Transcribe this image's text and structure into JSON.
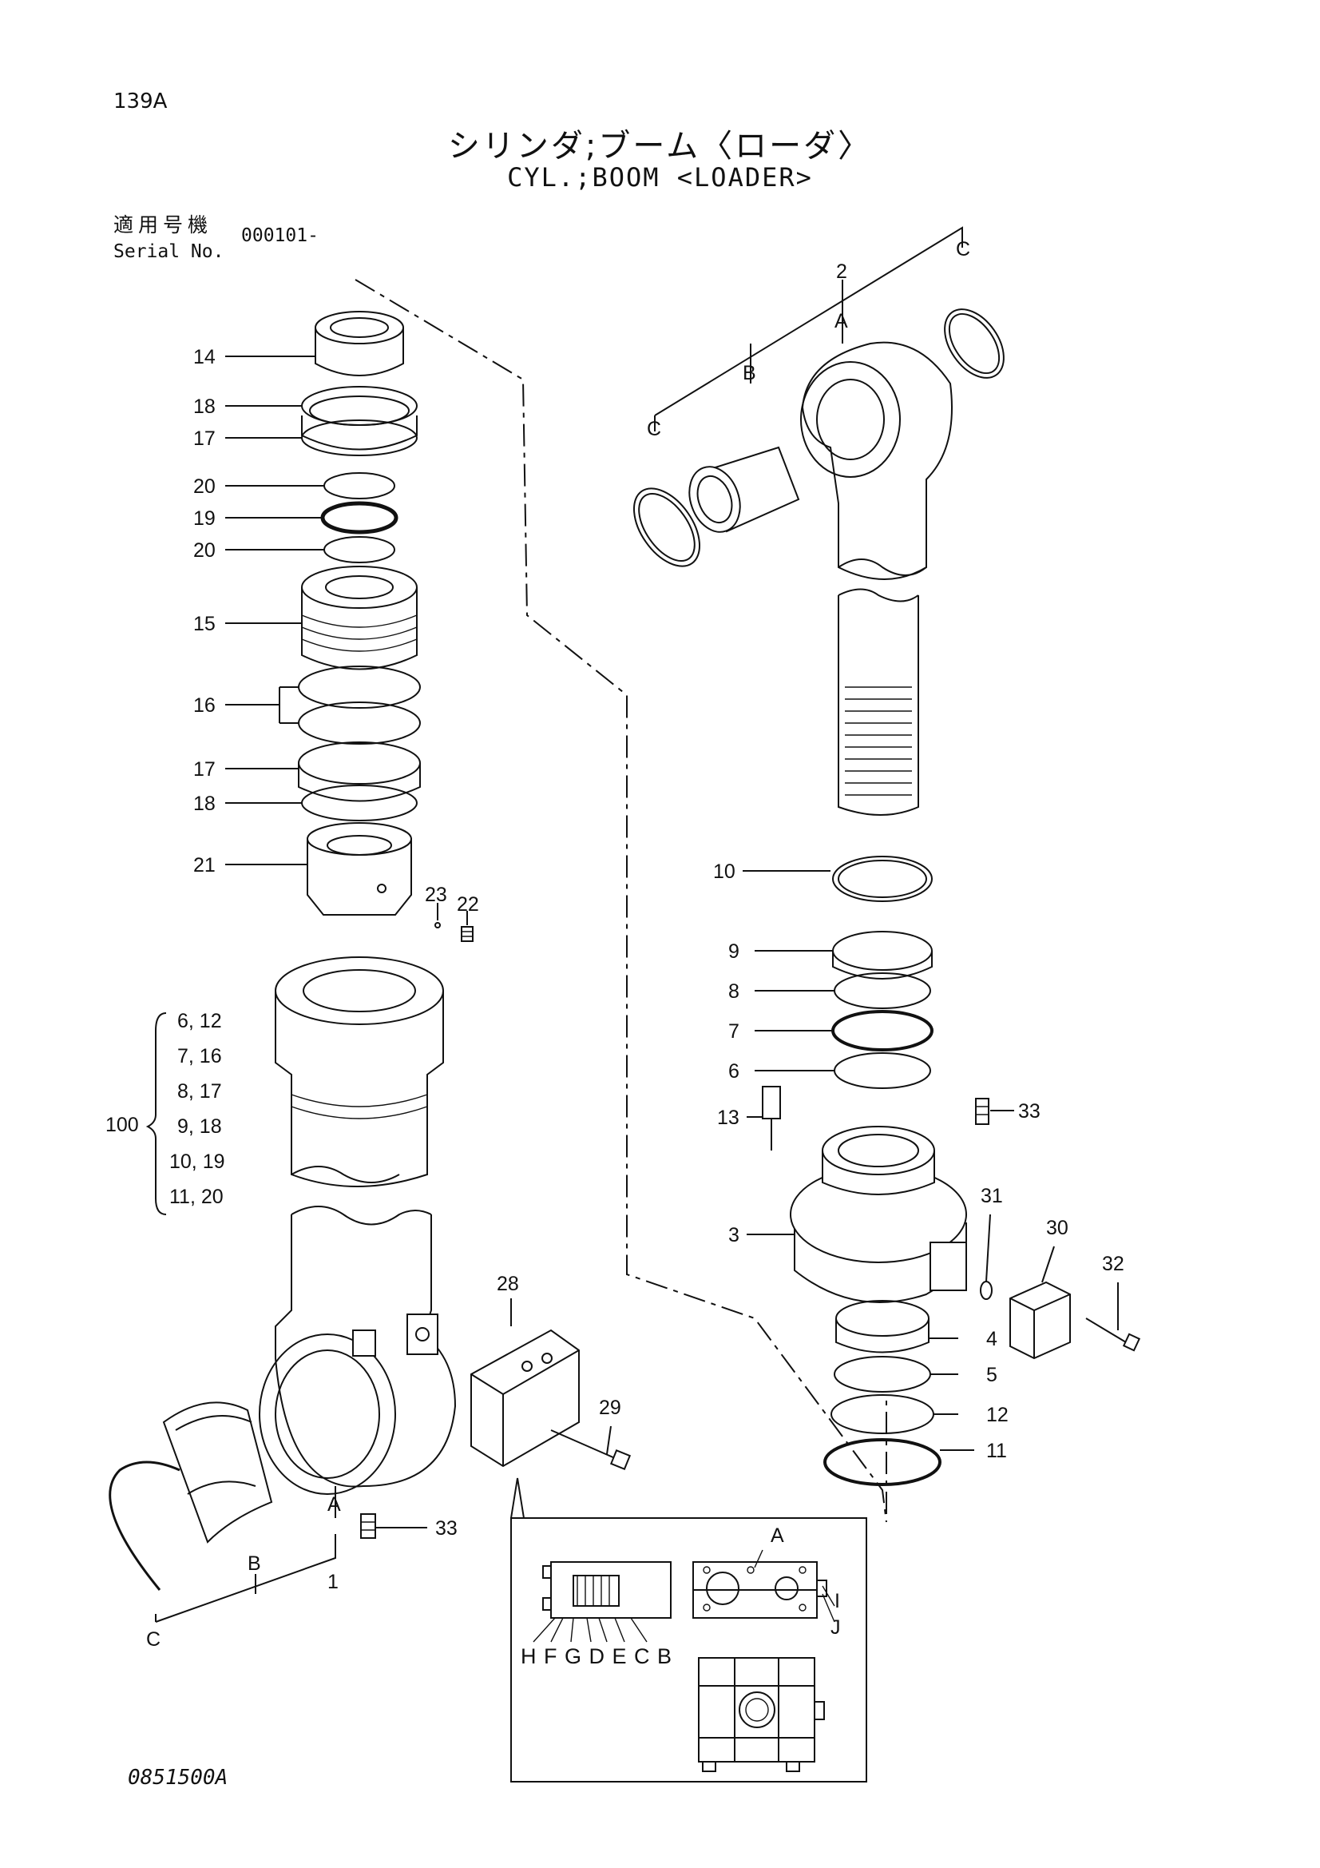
{
  "header": {
    "page_code": "139A",
    "title_jp": "シリンダ;ブーム〈ローダ〉",
    "title_en": "CYL.;BOOM <LOADER>",
    "serial_label_jp": "適用号機",
    "serial_label_en": "Serial No.",
    "serial_value": "000101-"
  },
  "footer": {
    "drawing_code": "0851500A"
  },
  "callouts": {
    "p14": "14",
    "p18a": "18",
    "p17a": "17",
    "p20a": "20",
    "p19": "19",
    "p20b": "20",
    "p15": "15",
    "p16": "16",
    "p17b": "17",
    "p18b": "18",
    "p21": "21",
    "p23": "23",
    "p22": "22",
    "p2": "2",
    "pA_top": "A",
    "pB_top": "B",
    "pC_top_right": "C",
    "pC_top_left": "C",
    "p10": "10",
    "p9": "9",
    "p8": "8",
    "p7": "7",
    "p6": "6",
    "p13": "13",
    "p33_right": "33",
    "p3": "3",
    "p31": "31",
    "p30": "30",
    "p32": "32",
    "p4": "4",
    "p5": "5",
    "p12": "12",
    "p11": "11",
    "p28": "28",
    "p29": "29",
    "p33_bottom": "33",
    "pA_bottom": "A",
    "pB_bottom": "B",
    "p1": "1",
    "pC_bottom": "C"
  },
  "kit": {
    "number": "100",
    "rows": [
      "6, 12",
      "7, 16",
      "8, 17",
      "9, 18",
      "10, 19",
      "11, 20"
    ]
  },
  "inset": {
    "label_A": "A",
    "label_I": "I",
    "label_J": "J",
    "bottom_letters": "H F G D E C B"
  }
}
